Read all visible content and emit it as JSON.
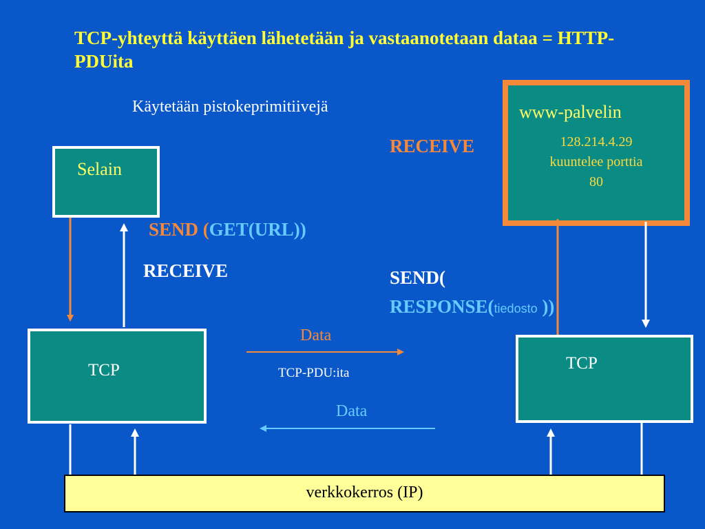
{
  "title": "TCP-yhteyttä käyttäen lähetetään ja vastaanotetaan dataa = HTTP-PDUita",
  "subtitle": "Käytetään pistokeprimitiivejä",
  "client": {
    "label": "Selain"
  },
  "server": {
    "label": "www-palvelin",
    "address": "128.214.4.29",
    "listen_text": "kuuntelee porttia",
    "port": "80"
  },
  "tcp_left": {
    "label": "TCP"
  },
  "tcp_right": {
    "label": "TCP"
  },
  "primitives": {
    "receive_server": "RECEIVE",
    "send_request_prefix": "SEND (",
    "send_request_inner": "GET(URL))",
    "receive_client": "RECEIVE",
    "send_response_line1": "SEND(",
    "send_response_prefix": "RESPONSE(",
    "send_response_param": "tiedosto",
    "send_response_close": " ))"
  },
  "transfer": {
    "data_forward": "Data",
    "pdu_label": "TCP-PDU:ita",
    "data_back": "Data"
  },
  "network_layer": {
    "label": "verkkokerros (IP)"
  },
  "colors": {
    "background": "#0a57c9",
    "title": "#ffff33",
    "box_fill": "#0a8c84",
    "orange": "#f5893a",
    "light_blue": "#66ccff",
    "ip_fill": "#ffff99"
  }
}
